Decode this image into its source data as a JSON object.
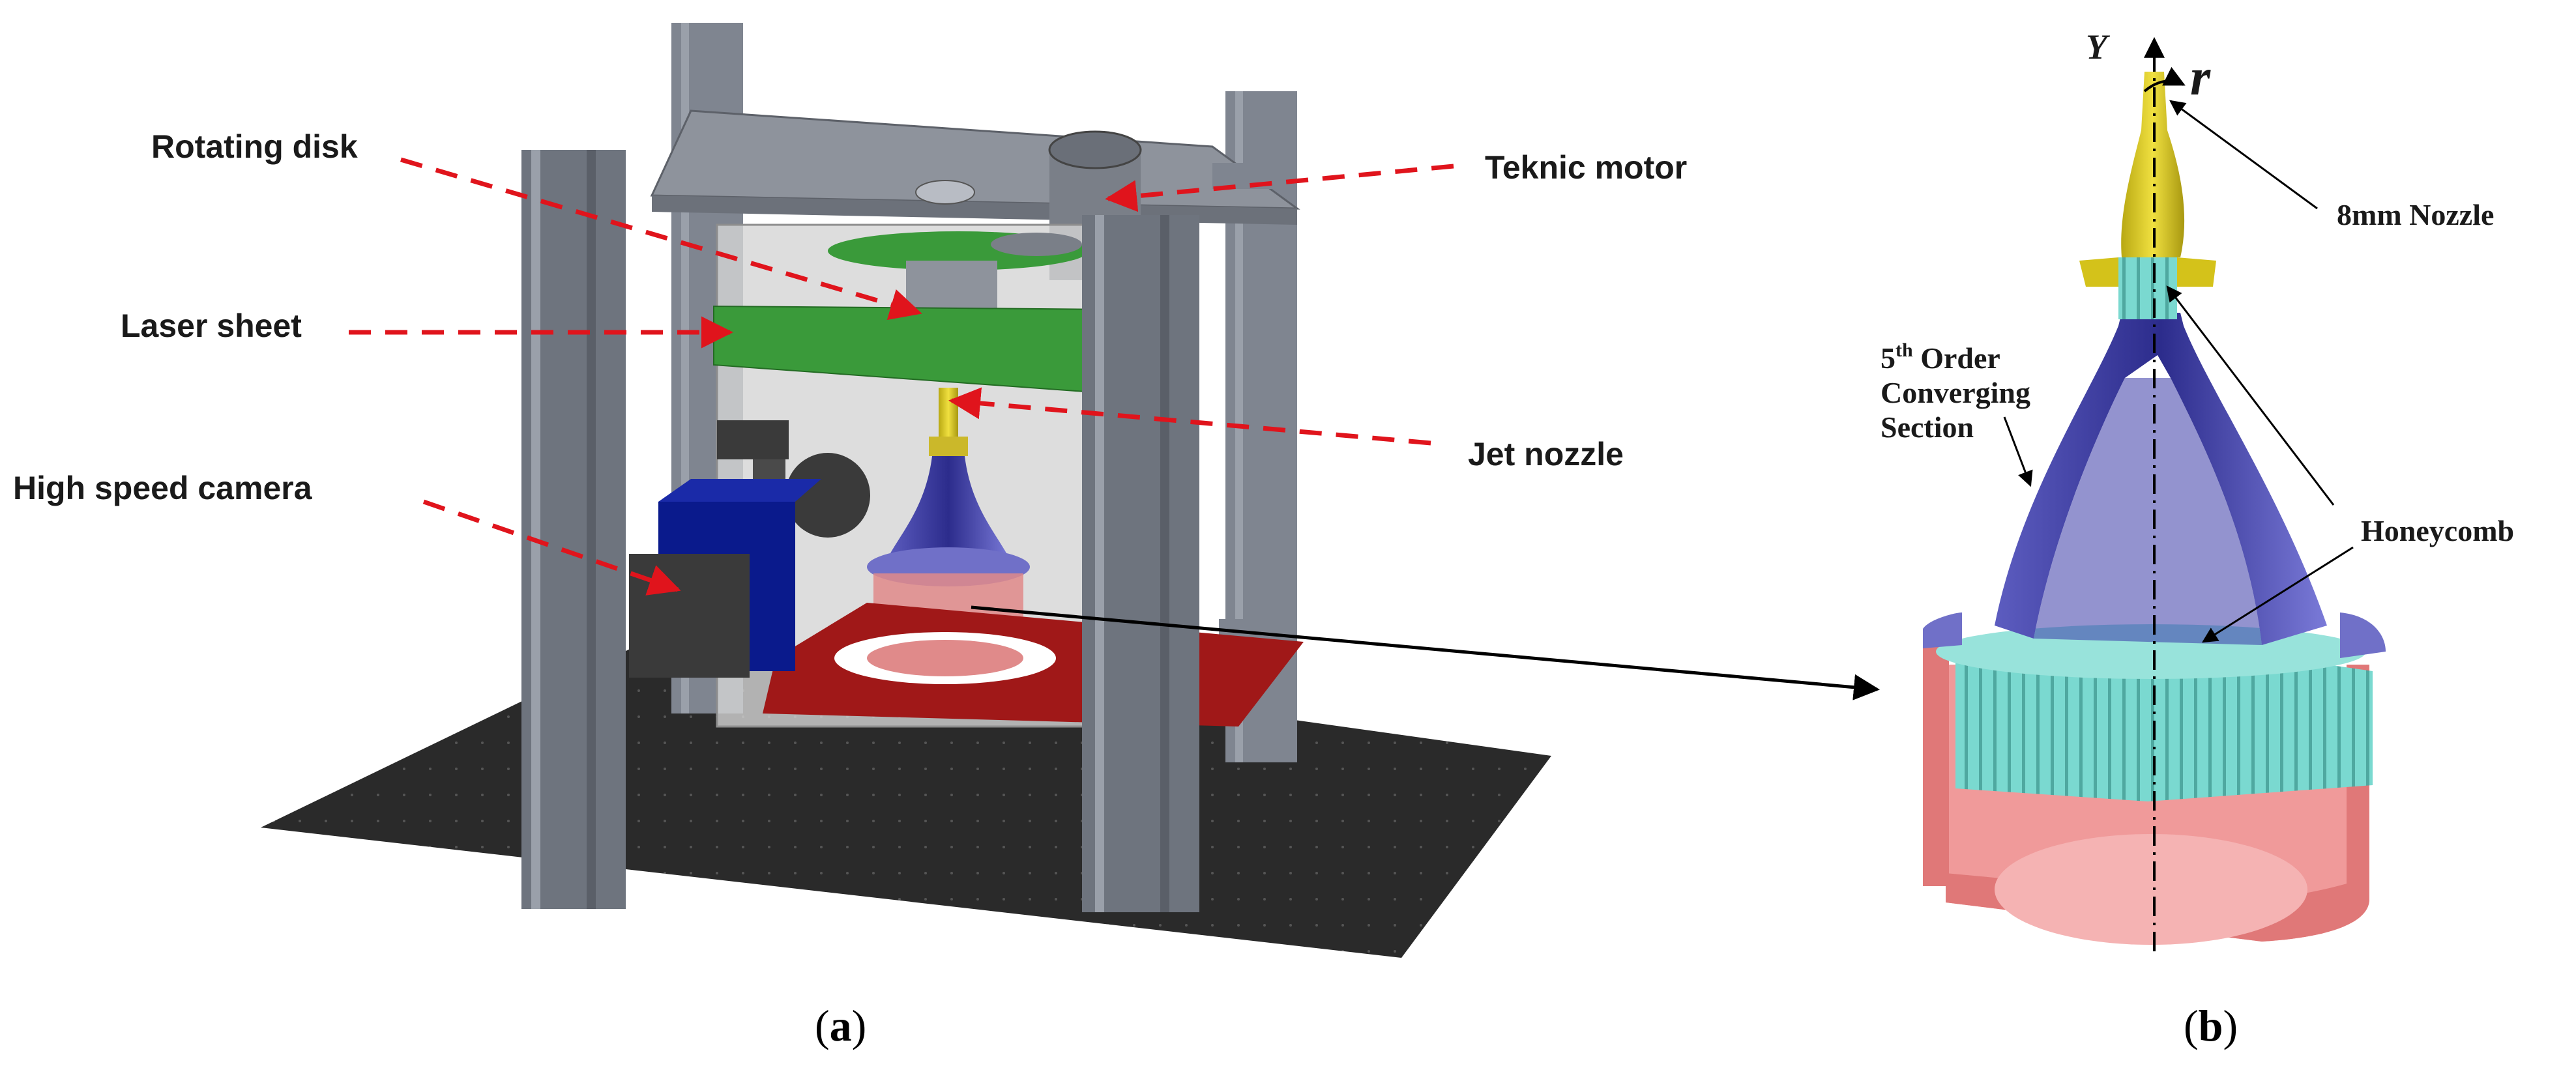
{
  "panel_a": {
    "labels": {
      "rotating_disk": "Rotating disk",
      "laser_sheet": "Laser sheet",
      "high_speed_camera": "High speed camera",
      "teknic_motor": "Teknic motor",
      "jet_nozzle": "Jet nozzle"
    },
    "caption_open": "(",
    "caption_letter": "a",
    "caption_close": ")"
  },
  "panel_b": {
    "axis_y": "Y",
    "axis_r": "r",
    "labels": {
      "nozzle": "8mm Nozzle",
      "order_num": "5",
      "order_sup": "th",
      "order_word": " Order",
      "converging": "Converging",
      "section": "Section",
      "honeycomb": "Honeycomb"
    },
    "caption_open": "(",
    "caption_letter": "b",
    "caption_close": ")"
  },
  "colors": {
    "frame": "#8a8f99",
    "base": "#2a2a2a",
    "laser": "#3a9a3a",
    "camera": "#0a1a8c",
    "nozzle": "#d4c21a",
    "cone": "#6f6fd0",
    "honeycomb": "#7ad9d0",
    "lower_section": "#e79595",
    "plate": "#a01818",
    "dash": "#e0141c"
  }
}
